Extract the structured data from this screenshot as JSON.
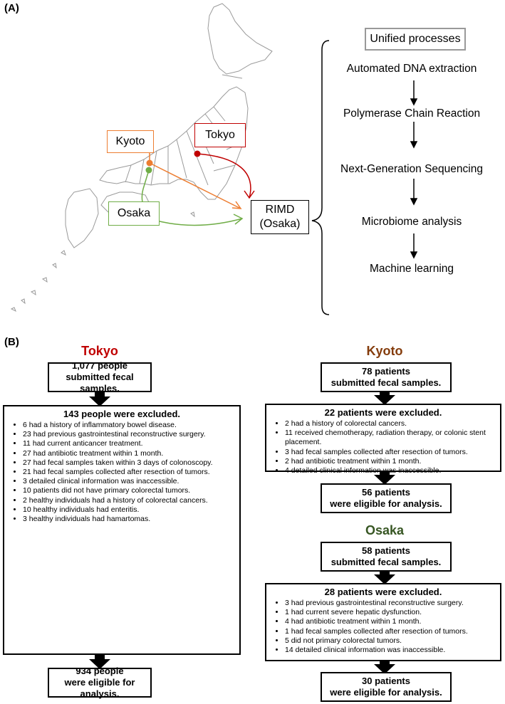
{
  "panel_a": {
    "label": "(A)",
    "cities": {
      "kyoto": "Kyoto",
      "tokyo": "Tokyo",
      "osaka": "Osaka"
    },
    "rimd": {
      "line1": "RIMD",
      "line2": "(Osaka)"
    },
    "unified_title": "Unified processes",
    "steps": [
      "Automated DNA extraction",
      "Polymerase Chain Reaction",
      "Next-Generation Sequencing",
      "Microbiome analysis",
      "Machine learning"
    ],
    "colors": {
      "kyoto": "#ed7d31",
      "tokyo": "#c00000",
      "osaka": "#70ad47"
    }
  },
  "panel_b": {
    "label": "(B)",
    "tokyo": {
      "title": "Tokyo",
      "title_color": "#c00000",
      "submitted": [
        "1,077 people",
        "submitted fecal samples."
      ],
      "excluded_title": "143 people were excluded.",
      "excluded_items": [
        "6 had a history of inflammatory bowel disease.",
        "23 had previous gastrointestinal reconstructive surgery.",
        "11 had current anticancer treatment.",
        "27 had antibiotic treatment within 1 month.",
        "27 had fecal samples taken within 3 days of colonoscopy.",
        "21 had fecal samples collected after resection of tumors.",
        "3 detailed clinical information was inaccessible.",
        "10 patients did not have primary colorectal tumors.",
        "2 healthy individuals had a history of colorectal cancers.",
        "10 healthy individuals had enteritis.",
        "3 healthy individuals had hamartomas."
      ],
      "eligible": [
        "934 people",
        "were eligible for analysis."
      ]
    },
    "kyoto": {
      "title": "Kyoto",
      "title_color": "#843c0c",
      "submitted": [
        "78 patients",
        "submitted fecal samples."
      ],
      "excluded_title": "22 patients were excluded.",
      "excluded_items": [
        "2 had a history of colorectal cancers.",
        "11 received chemotherapy, radiation therapy, or colonic stent placement.",
        "3 had fecal samples collected after resection of tumors.",
        "2 had antibiotic treatment within 1 month.",
        "4 detailed clinical information was inaccessible."
      ],
      "eligible": [
        "56 patients",
        "were eligible for analysis."
      ]
    },
    "osaka": {
      "title": "Osaka",
      "title_color": "#375623",
      "submitted": [
        "58 patients",
        "submitted fecal samples."
      ],
      "excluded_title": "28 patients were excluded.",
      "excluded_items": [
        "3 had previous gastrointestinal reconstructive surgery.",
        "1 had current severe hepatic dysfunction.",
        "4 had antibiotic treatment within 1 month.",
        "1 had fecal samples collected after resection of tumors.",
        "5 did not primary colorectal tumors.",
        "14 detailed clinical information was inaccessible."
      ],
      "eligible": [
        "30 patients",
        "were eligible for analysis."
      ]
    }
  }
}
